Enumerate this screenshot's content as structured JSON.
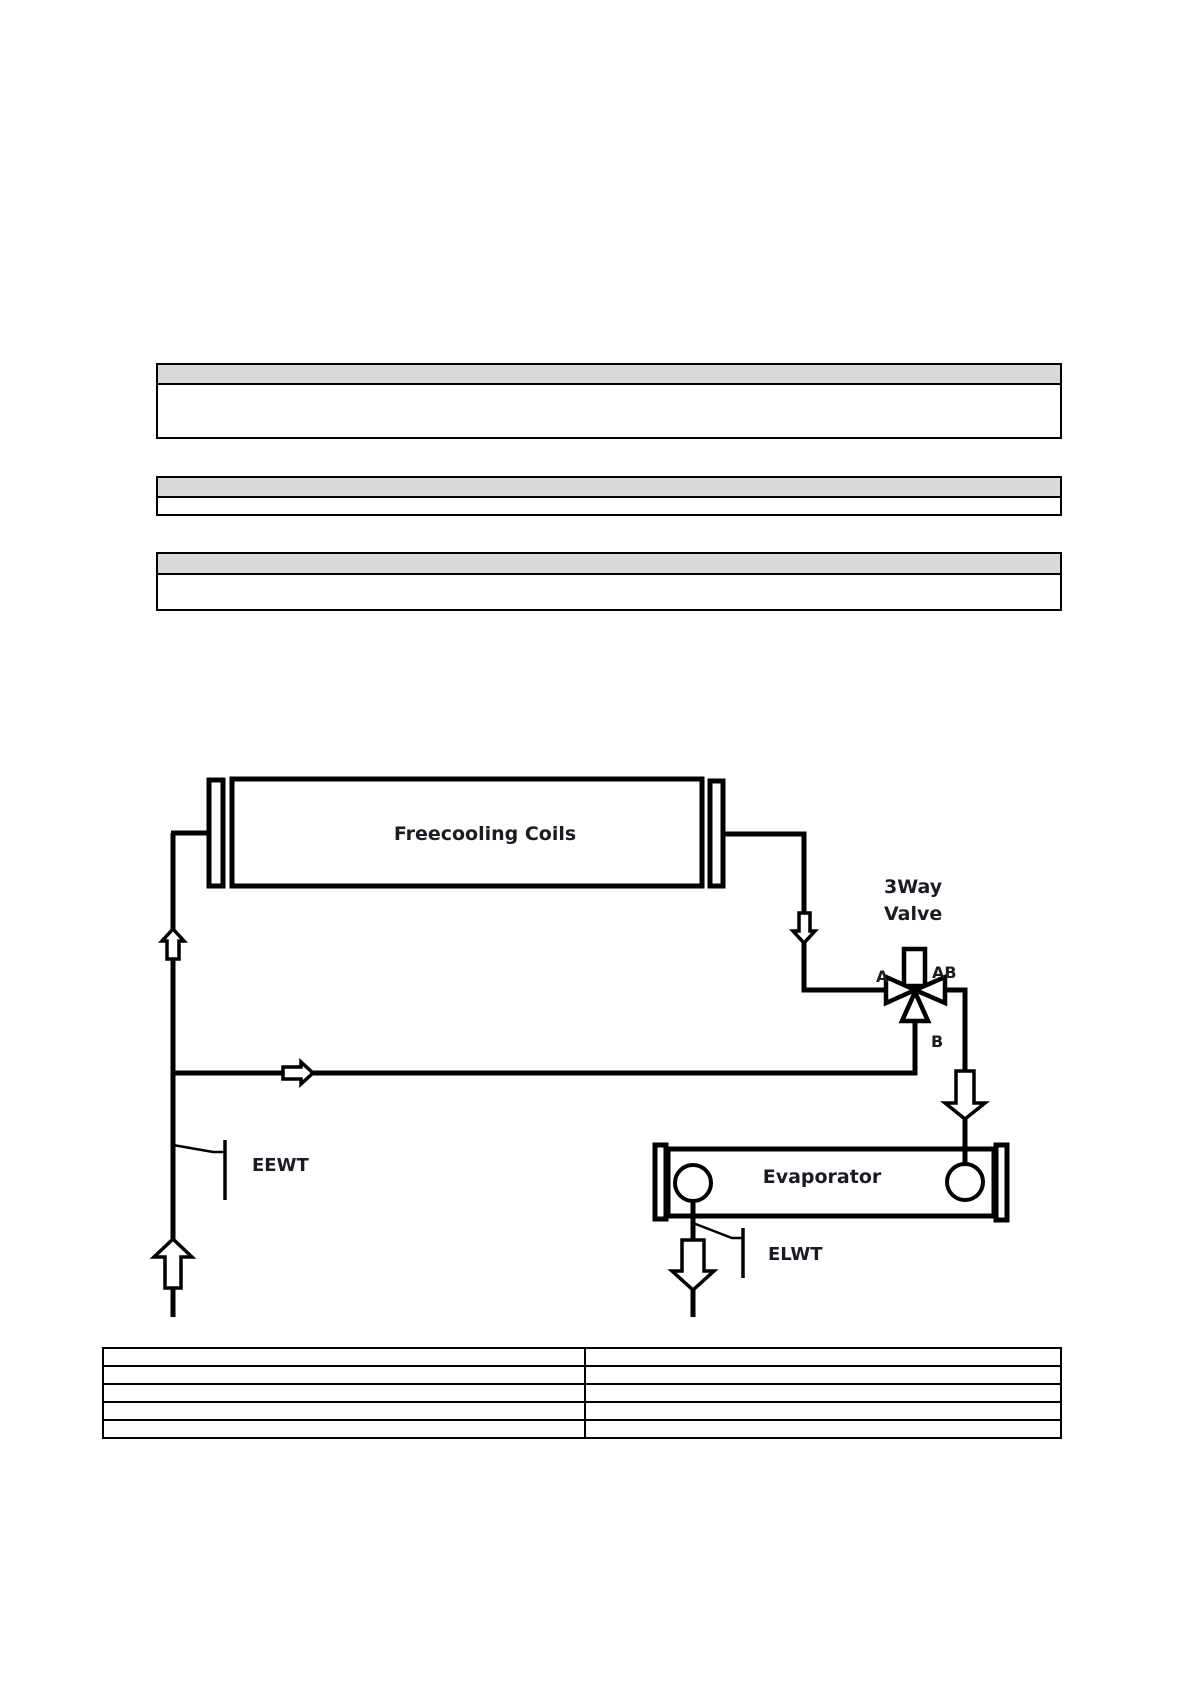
{
  "form_boxes": [
    {
      "header": "",
      "body": ""
    },
    {
      "header": "",
      "body": ""
    },
    {
      "header": "",
      "body": ""
    }
  ],
  "diagram": {
    "components": {
      "freecooling_coils": "Freecooling Coils",
      "three_way_valve_line1": "3Way",
      "three_way_valve_line2": "Valve",
      "evaporator": "Evaporator"
    },
    "valve_ports": {
      "a": "A",
      "ab": "AB",
      "b": "B"
    },
    "sensors": {
      "entering": "EEWT",
      "leaving": "ELWT"
    },
    "flow_arrows": [
      "up-inlet",
      "up-to-coils",
      "right-bypass",
      "down-from-coils",
      "down-to-evaporator",
      "down-outlet"
    ]
  },
  "bottom_table": {
    "rows": [
      [
        "",
        ""
      ],
      [
        "",
        ""
      ],
      [
        "",
        ""
      ],
      [
        "",
        ""
      ],
      [
        "",
        ""
      ]
    ]
  },
  "colors": {
    "line": "#000000",
    "header_fill": "#d9d9d9",
    "label_text": "#1b1b24"
  }
}
